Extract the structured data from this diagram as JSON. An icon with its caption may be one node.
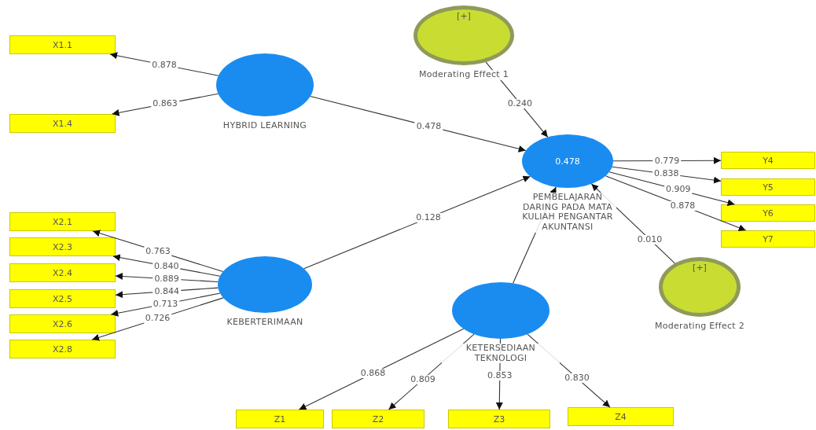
{
  "diagram": {
    "nodes": [
      {
        "text": [
          "X1.1"
        ]
      },
      {
        "text": [
          "X1.4"
        ]
      },
      {
        "text": [
          "HYBRID LEARNING"
        ]
      },
      {
        "text": [
          "[+]",
          "Moderating Effect 1"
        ]
      },
      {
        "text": [
          "0.478",
          "PEMBELAJARAN DARING PADA MATA KULIAH PENGANTAR AKUNTANSI"
        ]
      },
      {
        "text": [
          "Y4"
        ]
      },
      {
        "text": [
          "Y5"
        ]
      },
      {
        "text": [
          "Y6"
        ]
      },
      {
        "text": [
          "Y7"
        ]
      },
      {
        "text": [
          "X2.1"
        ]
      },
      {
        "text": [
          "X2.3"
        ]
      },
      {
        "text": [
          "X2.4"
        ]
      },
      {
        "text": [
          "X2.5"
        ]
      },
      {
        "text": [
          "X2.6"
        ]
      },
      {
        "text": [
          "X2.8"
        ]
      },
      {
        "text": [
          "KEBERTERIMAAN"
        ]
      },
      {
        "text": [
          "KETERSEDIAAN TEKNOLOGI"
        ]
      },
      {
        "text": [
          "[+]",
          "Moderating Effect 2"
        ]
      },
      {
        "text": [
          "Z1"
        ]
      },
      {
        "text": [
          "Z2"
        ]
      },
      {
        "text": [
          "Z3"
        ]
      },
      {
        "text": [
          "Z4"
        ]
      }
    ],
    "edges": [
      {
        "from": 2,
        "to": 0,
        "arrow": "to",
        "label": "0.878"
      },
      {
        "from": 2,
        "to": 1,
        "arrow": "to",
        "label": "0.863"
      },
      {
        "from": 2,
        "to": 4,
        "arrow": "to",
        "label": "0.478"
      },
      {
        "from": 3,
        "to": 4,
        "arrow": "to",
        "label": "0.240"
      },
      {
        "from": 4,
        "to": 5,
        "arrow": "to",
        "label": "0.779"
      },
      {
        "from": 4,
        "to": 6,
        "arrow": "to",
        "label": "0.838"
      },
      {
        "from": 4,
        "to": 7,
        "arrow": "to",
        "label": "0.909"
      },
      {
        "from": 4,
        "to": 8,
        "arrow": "to",
        "label": "0.878"
      },
      {
        "from": 15,
        "to": 9,
        "arrow": "to",
        "label": "0.763"
      },
      {
        "from": 15,
        "to": 10,
        "arrow": "to",
        "label": "0.840"
      },
      {
        "from": 15,
        "to": 11,
        "arrow": "to",
        "label": "0.889"
      },
      {
        "from": 15,
        "to": 12,
        "arrow": "to",
        "label": "0.844"
      },
      {
        "from": 15,
        "to": 13,
        "arrow": "to",
        "label": "0.713"
      },
      {
        "from": 15,
        "to": 14,
        "arrow": "to",
        "label": "0.726"
      },
      {
        "from": 15,
        "to": 4,
        "arrow": "to",
        "label": "0.128"
      },
      {
        "from": 16,
        "to": 4,
        "arrow": "to"
      },
      {
        "from": 17,
        "to": 4,
        "arrow": "to",
        "label": "0.010"
      },
      {
        "from": 16,
        "to": 18,
        "arrow": "to",
        "label": "0.868"
      },
      {
        "from": 16,
        "to": 19,
        "arrow": "to",
        "label": "0.809"
      },
      {
        "from": 16,
        "to": 20,
        "arrow": "to",
        "label": "0.853"
      },
      {
        "from": 16,
        "to": 21,
        "arrow": "to",
        "label": "0.830"
      }
    ]
  }
}
